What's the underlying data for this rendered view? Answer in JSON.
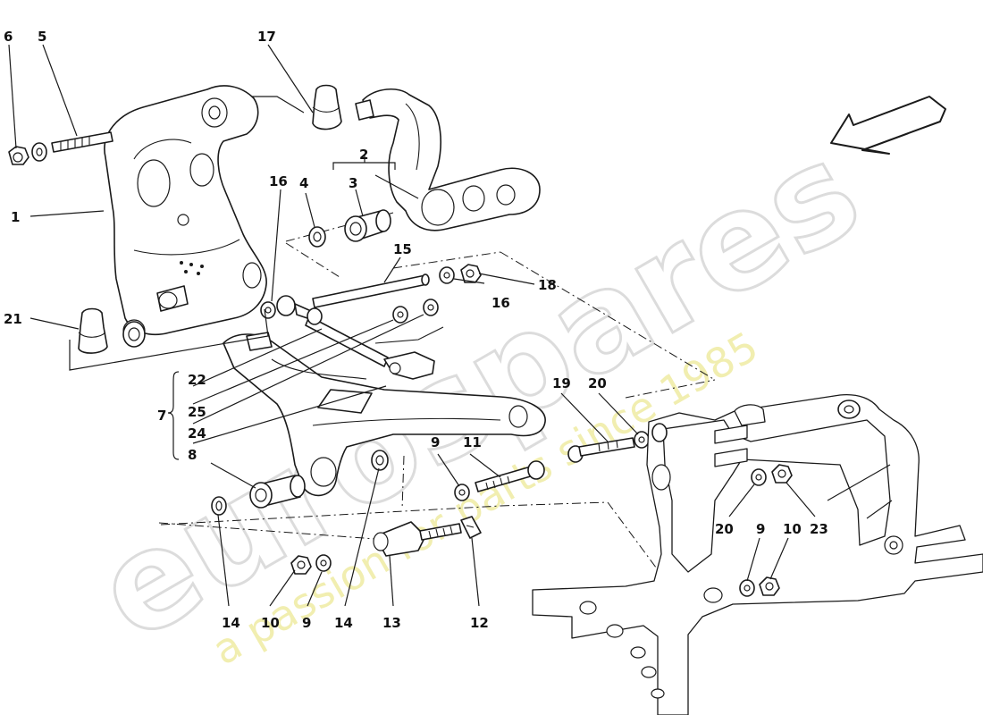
{
  "watermark": {
    "brand": "eurospares",
    "tagline": "a passion for parts since 1985"
  },
  "callouts": [
    {
      "id": "c1",
      "text": "1"
    },
    {
      "id": "c2",
      "text": "2"
    },
    {
      "id": "c3",
      "text": "3"
    },
    {
      "id": "c4",
      "text": "4"
    },
    {
      "id": "c5",
      "text": "5"
    },
    {
      "id": "c6",
      "text": "6"
    },
    {
      "id": "c7",
      "text": "7"
    },
    {
      "id": "c8",
      "text": "8"
    },
    {
      "id": "c9a",
      "text": "9"
    },
    {
      "id": "c9b",
      "text": "9"
    },
    {
      "id": "c9c",
      "text": "9"
    },
    {
      "id": "c10a",
      "text": "10"
    },
    {
      "id": "c10b",
      "text": "10"
    },
    {
      "id": "c11",
      "text": "11"
    },
    {
      "id": "c12",
      "text": "12"
    },
    {
      "id": "c13",
      "text": "13"
    },
    {
      "id": "c14a",
      "text": "14"
    },
    {
      "id": "c14b",
      "text": "14"
    },
    {
      "id": "c15",
      "text": "15"
    },
    {
      "id": "c16a",
      "text": "16"
    },
    {
      "id": "c16b",
      "text": "16"
    },
    {
      "id": "c17",
      "text": "17"
    },
    {
      "id": "c18",
      "text": "18"
    },
    {
      "id": "c19",
      "text": "19"
    },
    {
      "id": "c20a",
      "text": "20"
    },
    {
      "id": "c20b",
      "text": "20"
    },
    {
      "id": "c21",
      "text": "21"
    },
    {
      "id": "c22",
      "text": "22"
    },
    {
      "id": "c23",
      "text": "23"
    },
    {
      "id": "c24",
      "text": "24"
    },
    {
      "id": "c25",
      "text": "25"
    }
  ]
}
